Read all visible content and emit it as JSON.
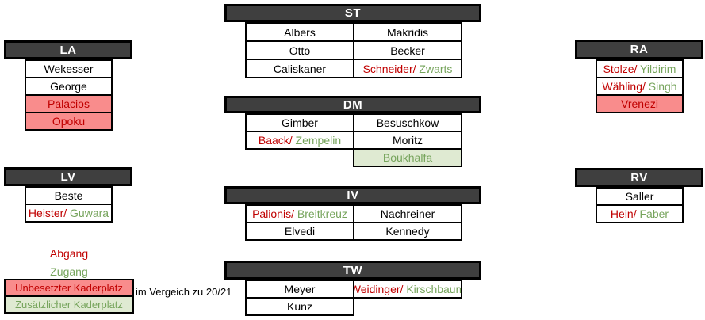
{
  "colors": {
    "header_bg": "#3F3F3F",
    "header_text": "#FFFFFF",
    "departure_red": "#C00000",
    "arrival_green": "#76A45C",
    "vacant_slot_bg": "#F98C8C",
    "extra_slot_bg": "#DFEAD2",
    "border": "#000000"
  },
  "positions": {
    "st": {
      "label": "ST",
      "col1": [
        {
          "name": "Albers"
        },
        {
          "name": "Otto"
        },
        {
          "name": "Caliskaner"
        }
      ],
      "col2": [
        {
          "name": "Makridis"
        },
        {
          "name": "Becker"
        },
        {
          "out": "Schneider/",
          "in": " Zwarts"
        }
      ]
    },
    "dm": {
      "label": "DM",
      "col1": [
        {
          "name": "Gimber"
        },
        {
          "out": "Baack/",
          "in": " Zempelin"
        }
      ],
      "col2": [
        {
          "name": "Besuschkow"
        },
        {
          "name": "Moritz"
        },
        {
          "name": "Boukhalfa"
        }
      ]
    },
    "iv": {
      "label": "IV",
      "col1": [
        {
          "out": "Palionis/",
          "in": " Breitkreuz"
        },
        {
          "name": "Elvedi"
        }
      ],
      "col2": [
        {
          "name": "Nachreiner"
        },
        {
          "name": "Kennedy"
        }
      ]
    },
    "tw": {
      "label": "TW",
      "col1": [
        {
          "name": "Meyer"
        },
        {
          "name": "Kunz"
        }
      ],
      "col2": [
        {
          "out": "Weidinger/",
          "in": " Kirschbaum"
        }
      ]
    },
    "la": {
      "label": "LA",
      "col1": [
        {
          "name": "Wekesser"
        },
        {
          "name": "George"
        },
        {
          "name": "Palacios"
        },
        {
          "name": "Opoku"
        }
      ]
    },
    "lv": {
      "label": "LV",
      "col1": [
        {
          "name": "Beste"
        },
        {
          "out": "Heister/",
          "in": " Guwara"
        }
      ]
    },
    "ra": {
      "label": "RA",
      "col1": [
        {
          "out": "Stolze/",
          "in": " Yildirim"
        },
        {
          "out": "Wähling/",
          "in": " Singh"
        },
        {
          "name": "Vrenezi"
        }
      ]
    },
    "rv": {
      "label": "RV",
      "col1": [
        {
          "name": "Saller"
        },
        {
          "out": "Hein/",
          "in": " Faber"
        }
      ]
    }
  },
  "legend": {
    "abgang": "Abgang",
    "zugang": "Zugang",
    "vacant_label": "Unbesetzter Kaderplatz",
    "extra_label": "Zusätzlicher Kaderplatz",
    "note": "im Vergeich zu 20/21"
  }
}
